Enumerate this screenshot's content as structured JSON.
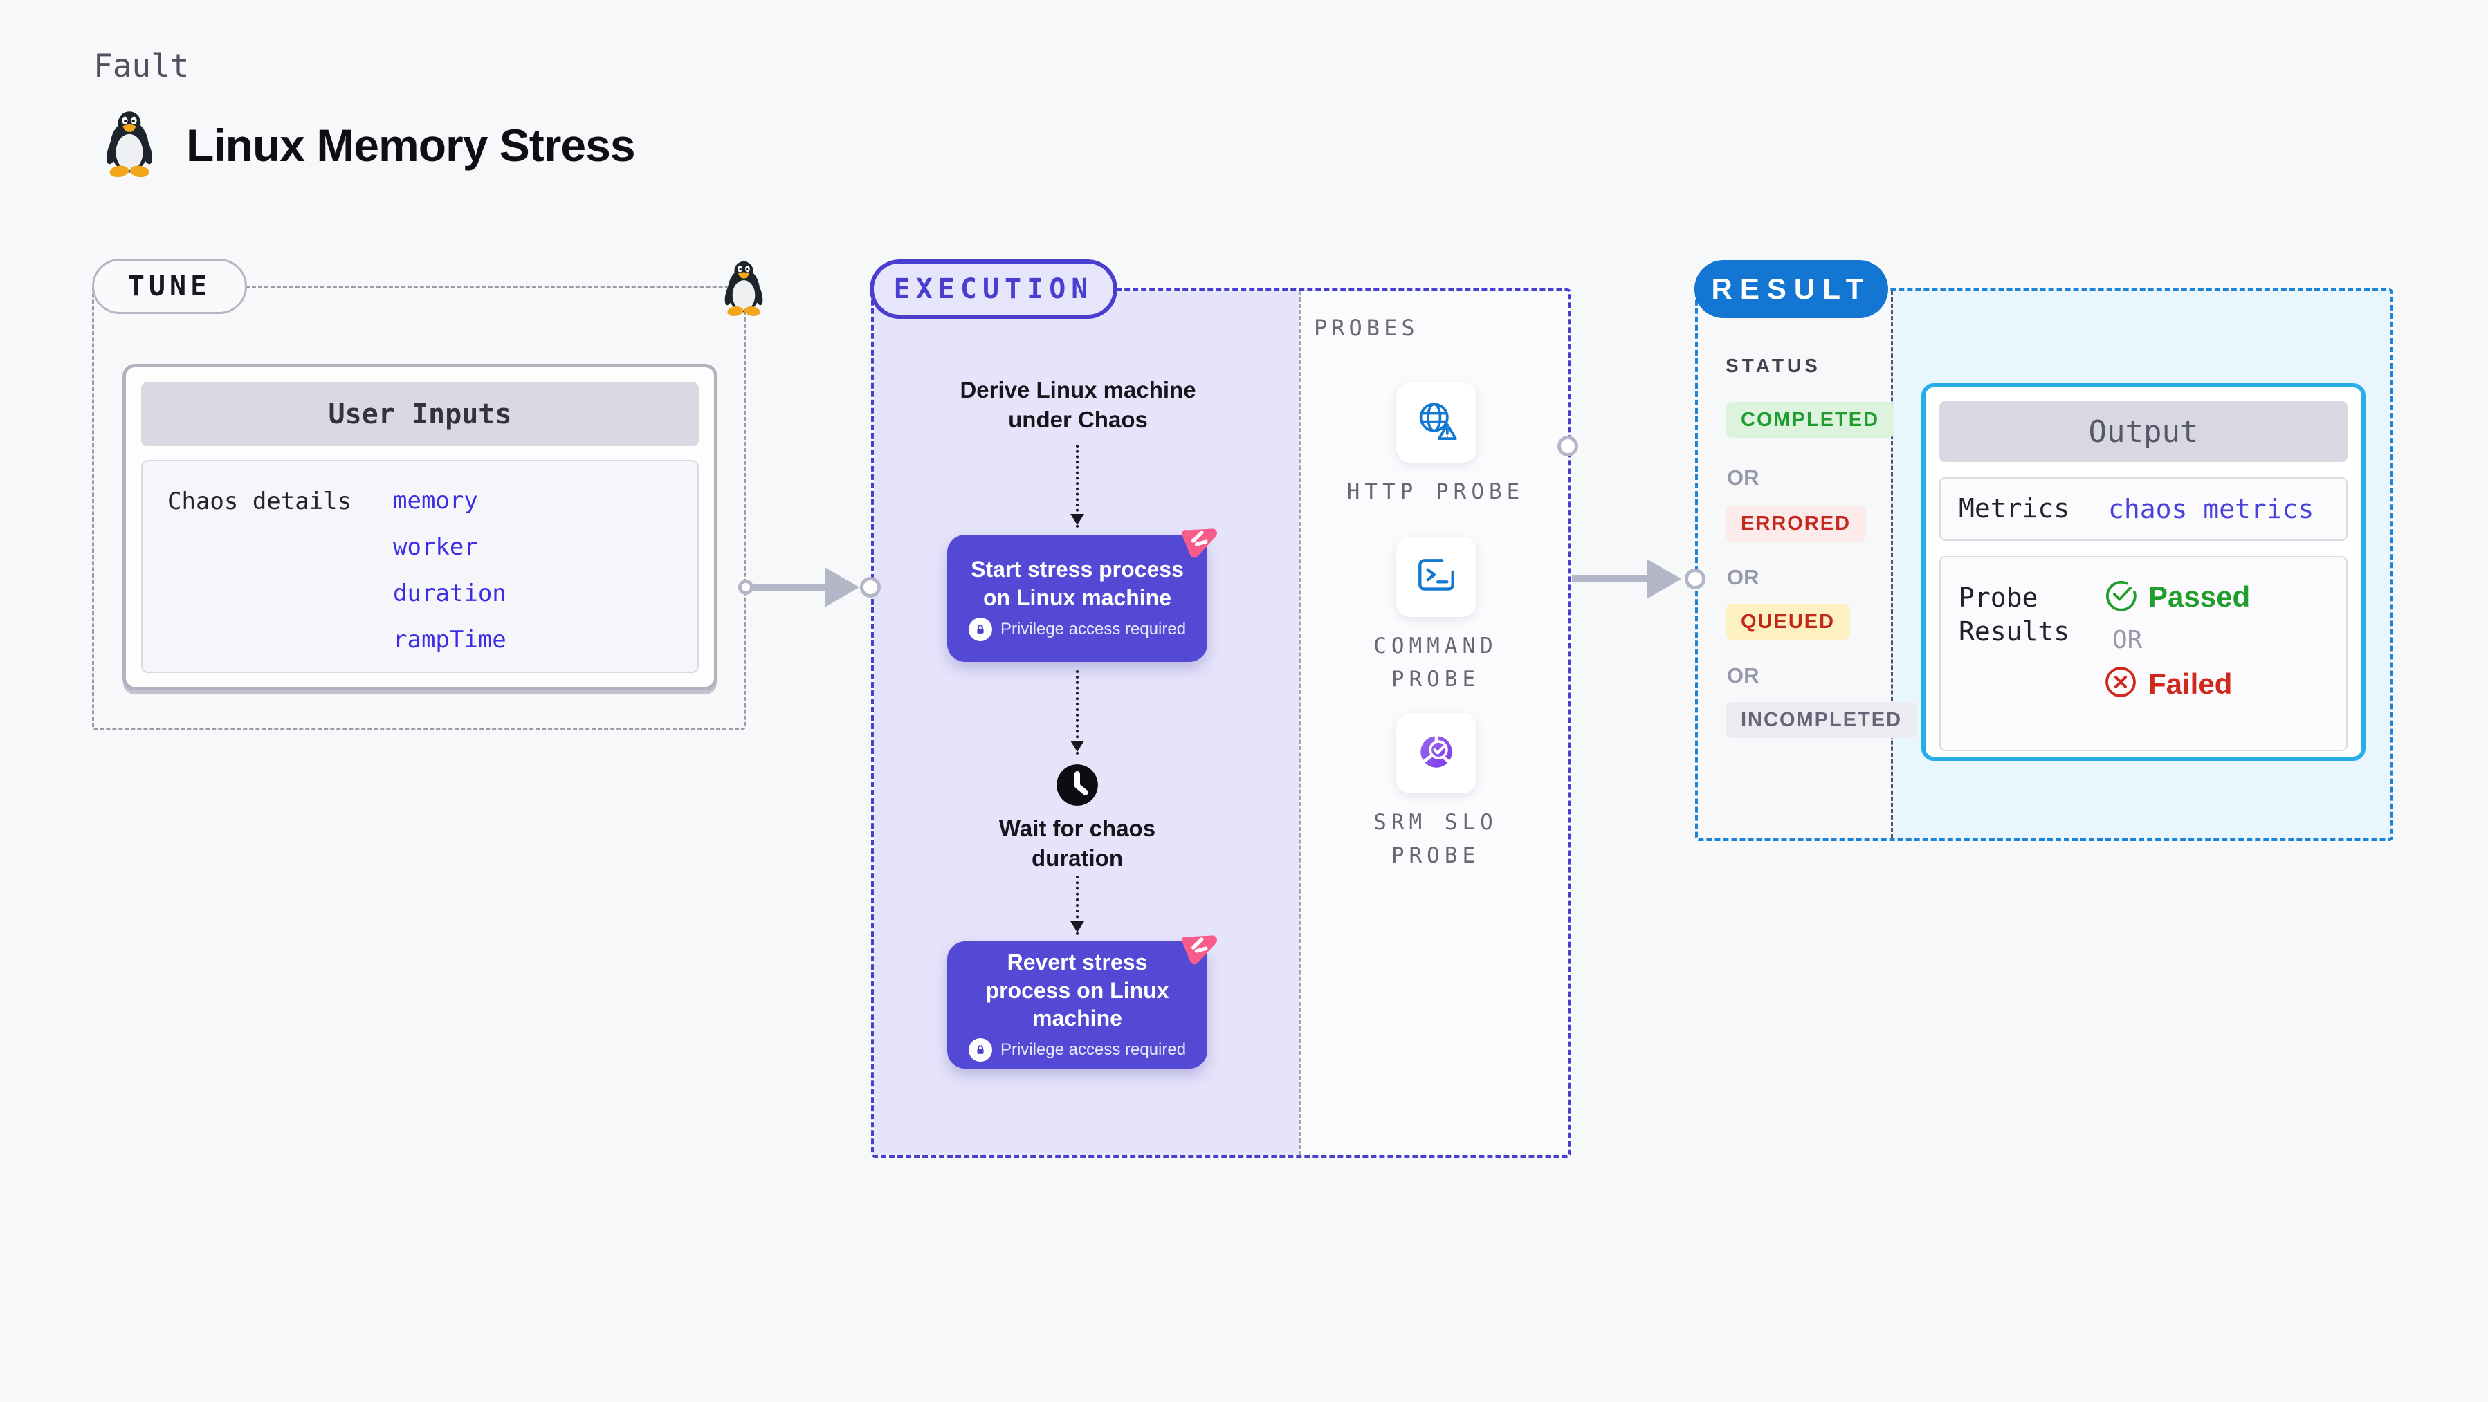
{
  "header": {
    "kicker": "Fault",
    "title": "Linux Memory Stress"
  },
  "tune": {
    "badge": "TUNE",
    "card": {
      "header": "User Inputs",
      "row_label": "Chaos details",
      "values": [
        "memory",
        "worker",
        "duration",
        "rampTime"
      ]
    }
  },
  "execution": {
    "badge": "EXECUTION",
    "flow": {
      "derive": "Derive Linux machine under Chaos",
      "start": "Start stress process on Linux machine",
      "wait": "Wait for chaos duration",
      "revert": "Revert stress process on Linux machine",
      "privilege": "Privilege access required"
    },
    "probes": {
      "title": "PROBES",
      "items": [
        {
          "label": "HTTP PROBE",
          "icon": "globe-warning-icon"
        },
        {
          "label": "COMMAND PROBE",
          "icon": "terminal-icon"
        },
        {
          "label": "SRM SLO PROBE",
          "icon": "donut-check-icon"
        }
      ]
    }
  },
  "result": {
    "badge": "RESULT",
    "status": {
      "title": "STATUS",
      "or": "OR",
      "items": [
        {
          "label": "COMPLETED",
          "variant": "success"
        },
        {
          "label": "ERRORED",
          "variant": "error"
        },
        {
          "label": "QUEUED",
          "variant": "warning"
        },
        {
          "label": "INCOMPLETED",
          "variant": "neutral"
        }
      ]
    },
    "output": {
      "header": "Output",
      "metrics_label": "Metrics",
      "metrics_value": "chaos metrics",
      "probe_results_label": "Probe Results",
      "passed": "Passed",
      "or": "OR",
      "failed": "Failed"
    }
  },
  "icons": {
    "fault_logo": "tux-penguin",
    "node_corner": "chaos-pink-triangle",
    "privilege": "padlock",
    "wait": "clock",
    "passed": "check-circle",
    "failed": "x-circle"
  },
  "colors": {
    "accent_indigo": "#4a3ecf",
    "node_bg": "#5349d4",
    "lavender_bg": "#e6e4fb",
    "result_blue": "#1276d2",
    "output_border": "#25aee8",
    "light_blue_bg": "#e9f6fd",
    "success_green": "#1f9e2c",
    "error_red": "#d0281c",
    "link_blue": "#3b2de2",
    "probe_blue": "#1478d2",
    "pink_badge": "#f85c8a",
    "arrow_gray": "#b5b5c8"
  }
}
